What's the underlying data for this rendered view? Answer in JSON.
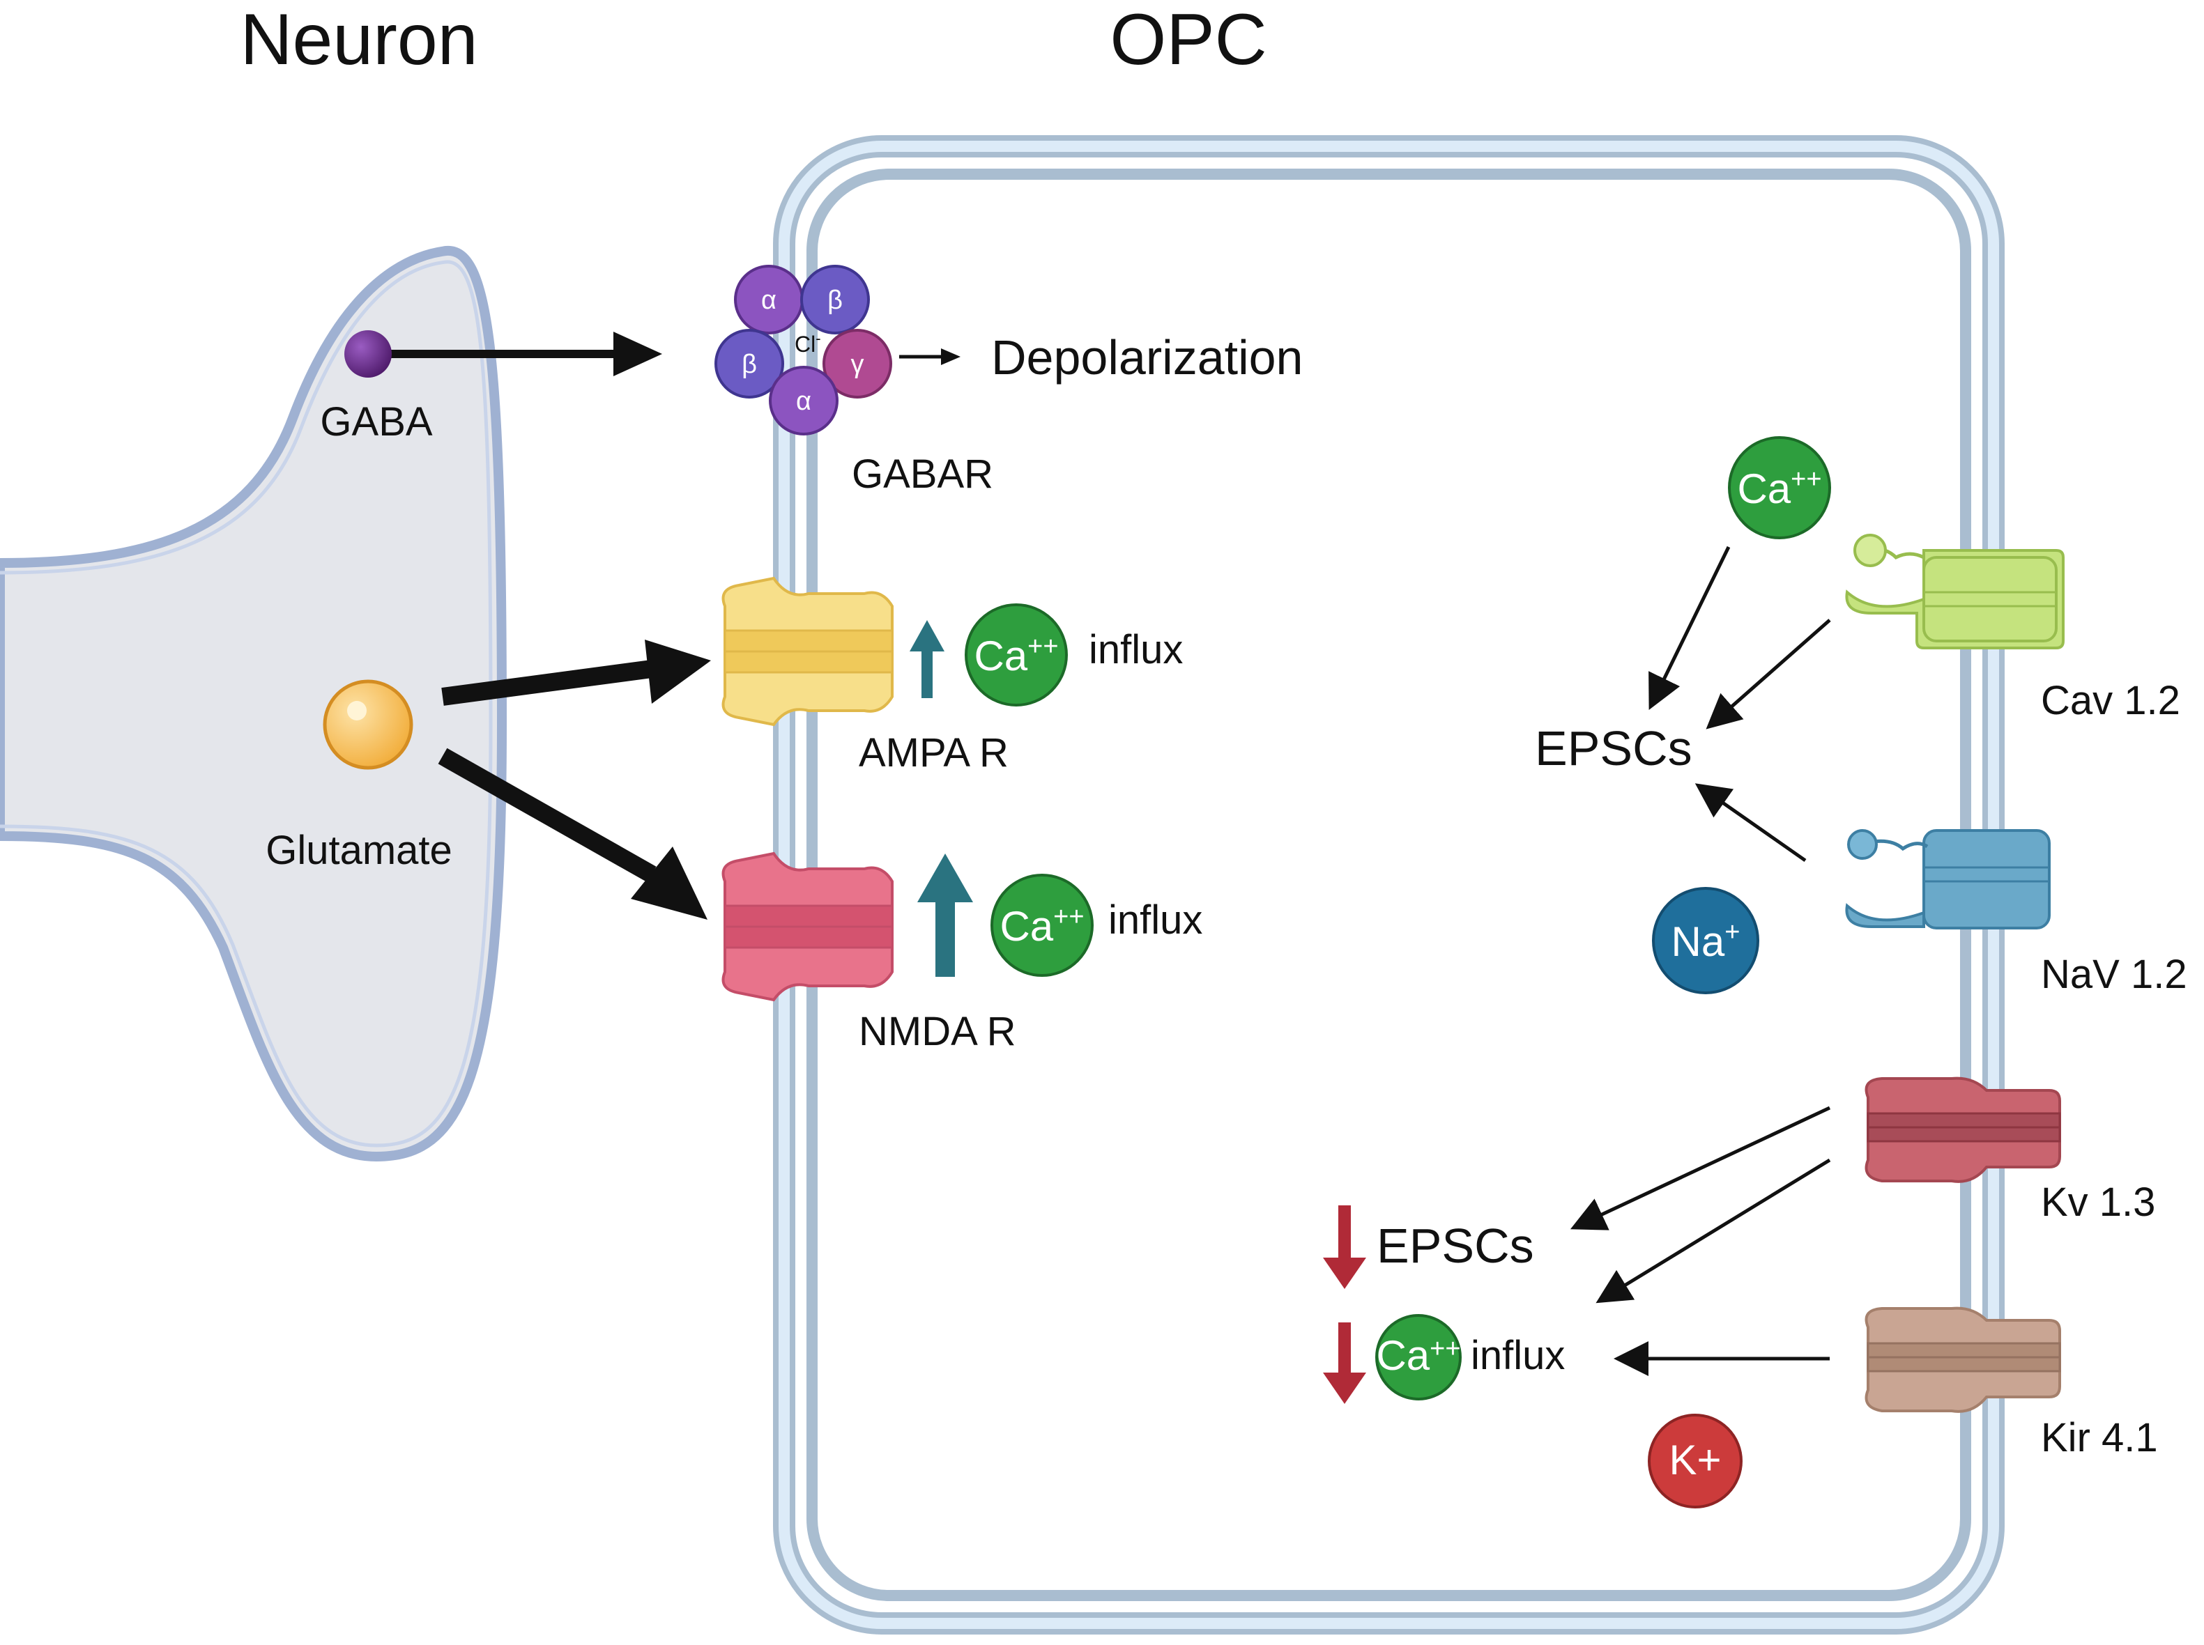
{
  "titles": {
    "neuron": "Neuron",
    "opc": "OPC"
  },
  "neuron": {
    "gaba_label": "GABA",
    "glutamate_label": "Glutamate"
  },
  "gabar": {
    "label": "GABAR",
    "subunits": [
      "α",
      "β",
      "β",
      "γ",
      "α"
    ],
    "pore_ion": "Cl",
    "pore_ion_sup": "-",
    "effect": "Depolarization"
  },
  "ampa": {
    "label": "AMPA R",
    "ion": "Ca",
    "ion_sup": "++",
    "effect": "influx"
  },
  "nmda": {
    "label": "NMDA R",
    "ion": "Ca",
    "ion_sup": "++",
    "effect": "influx"
  },
  "cav": {
    "label": "Cav 1.2",
    "ion": "Ca",
    "ion_sup": "++"
  },
  "nav": {
    "label": "NaV 1.2",
    "ion": "Na",
    "ion_sup": "+"
  },
  "epscs_up": "EPSCs",
  "kv": {
    "label": "Kv 1.3"
  },
  "kir": {
    "label": "Kir 4.1",
    "ion": "K+"
  },
  "epscs_down": "EPSCs",
  "ca_down": {
    "ion": "Ca",
    "ion_sup": "++",
    "effect": "influx"
  },
  "colors": {
    "neuron_fill": "#e4e6eb",
    "neuron_membrane": "#9fb1d2",
    "opc_membrane_outer": "#a9bdd0",
    "opc_membrane_inner": "#dcebf8",
    "ca_green": "#2e9e3e",
    "na_blue": "#1f6f9c",
    "k_red": "#cc3b3b",
    "up_arrow": "#2a7380",
    "down_arrow": "#b02a37",
    "ampa_yellow": "#f5d46a",
    "nmda_pink": "#e0607a",
    "cav_green": "#c5e37e",
    "nav_blue": "#6aa9c9",
    "kv_red": "#c05e68",
    "kir_tan": "#c4a08e",
    "glutamate": "#f4b547",
    "gaba": "#6a2a8a"
  }
}
